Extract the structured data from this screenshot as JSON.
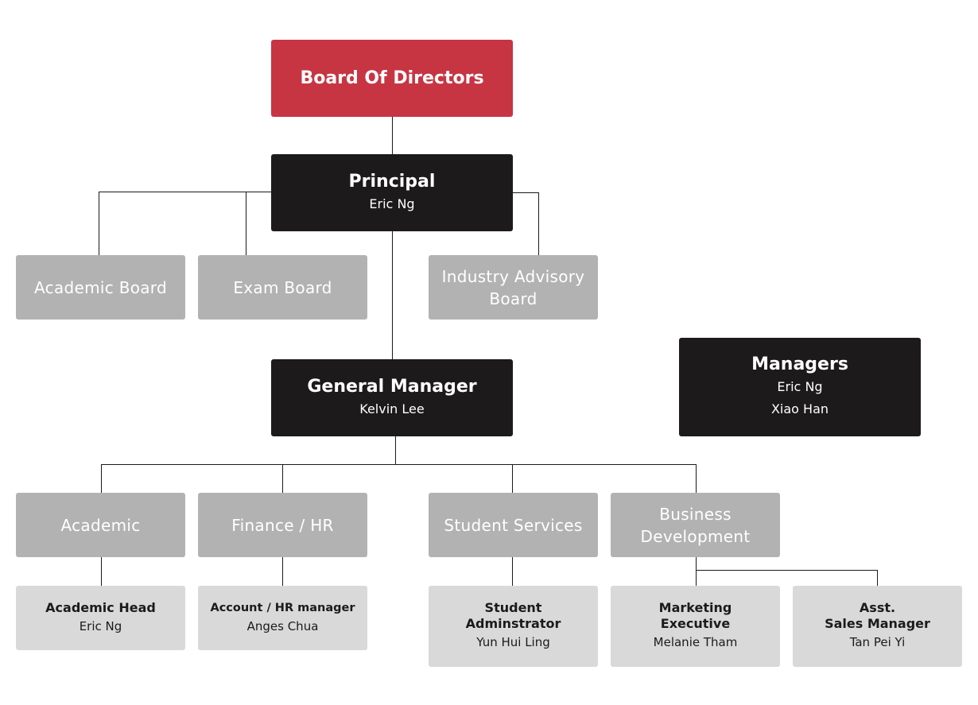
{
  "board": {
    "title": "Board Of Directors"
  },
  "principal": {
    "title": "Principal",
    "name": "Eric Ng"
  },
  "boards": {
    "academic": "Academic Board",
    "exam": "Exam Board",
    "industry_line1": "Industry Advisory",
    "industry_line2": "Board"
  },
  "general_manager": {
    "title": "General Manager",
    "name": "Kelvin Lee"
  },
  "managers": {
    "title": "Managers",
    "names": [
      "Eric Ng",
      "Xiao Han"
    ]
  },
  "departments": {
    "academic": "Academic",
    "finance": "Finance / HR",
    "student_services": "Student Services",
    "business_line1": "Business",
    "business_line2": "Development"
  },
  "staff": {
    "academic_head": {
      "title": "Academic Head",
      "name": "Eric Ng"
    },
    "account_hr": {
      "title": "Account / HR manager",
      "name": "Anges Chua"
    },
    "student_admin": {
      "title_line1": "Student",
      "title_line2": "Adminstrator",
      "name": "Yun Hui Ling"
    },
    "marketing": {
      "title_line1": "Marketing",
      "title_line2": "Executive",
      "name": "Melanie Tham"
    },
    "sales": {
      "title_line1": "Asst.",
      "title_line2": "Sales Manager",
      "name": "Tan Pei Yi"
    }
  },
  "colors": {
    "accent_red": "#c73543",
    "dark": "#1c1a1b",
    "mid_gray": "#b2b2b2",
    "light_gray": "#d9d9d9"
  }
}
